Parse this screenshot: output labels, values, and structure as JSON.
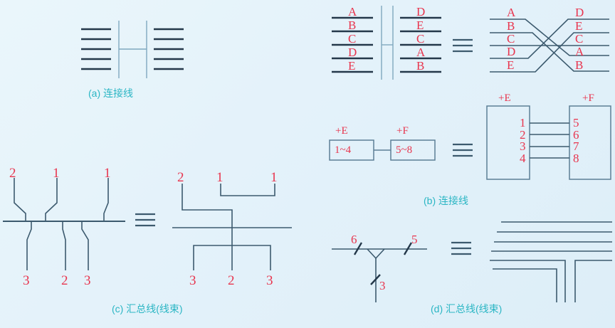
{
  "figure": {
    "title_hidden": "",
    "background_colors": {
      "start": "#eaf6fb",
      "end": "#ddeef8"
    },
    "line_color": "#3c5a6e",
    "thick_line_color": "#24384a",
    "label_color": "#e8354e",
    "caption_color": "#2bb6c4"
  },
  "panels": [
    {
      "id": "a",
      "caption": "(a) 连接线",
      "description_hidden": "",
      "left_lines": 5,
      "right_lines": 5,
      "vertical_bars": 2
    },
    {
      "id": "b",
      "caption": "(b) 连接线",
      "equivalence_symbol": "≡",
      "bundle_left_labels": [
        "A",
        "B",
        "C",
        "D",
        "E"
      ],
      "bundle_right_labels": [
        "D",
        "E",
        "C",
        "A",
        "B"
      ],
      "expanded_left_labels": [
        "A",
        "B",
        "C",
        "D",
        "E"
      ],
      "expanded_right_labels": [
        "D",
        "E",
        "C",
        "A",
        "B"
      ],
      "connector_boxes": {
        "left_tag": "+E",
        "left_text": "1~4",
        "right_tag": "+F",
        "right_text": "5~8"
      },
      "expanded_boxes": {
        "left_tag": "+E",
        "right_tag": "+F",
        "left_pins": [
          "1",
          "2",
          "3",
          "4"
        ],
        "right_pins": [
          "5",
          "6",
          "7",
          "8"
        ]
      }
    },
    {
      "id": "c",
      "caption": "(c) 汇总线(线束)",
      "equivalence_symbol": "≡",
      "left_top_labels": [
        "2",
        "1",
        "1"
      ],
      "left_bottom_labels": [
        "3",
        "2",
        "3"
      ],
      "right_top_labels": [
        "2",
        "1",
        "1"
      ],
      "right_bottom_labels": [
        "3",
        "2",
        "3"
      ]
    },
    {
      "id": "d",
      "caption": "(d) 汇总线(线束)",
      "equivalence_symbol": "≡",
      "slash_labels": [
        "6",
        "5",
        "3"
      ],
      "expanded_bus_lines": 6
    }
  ]
}
